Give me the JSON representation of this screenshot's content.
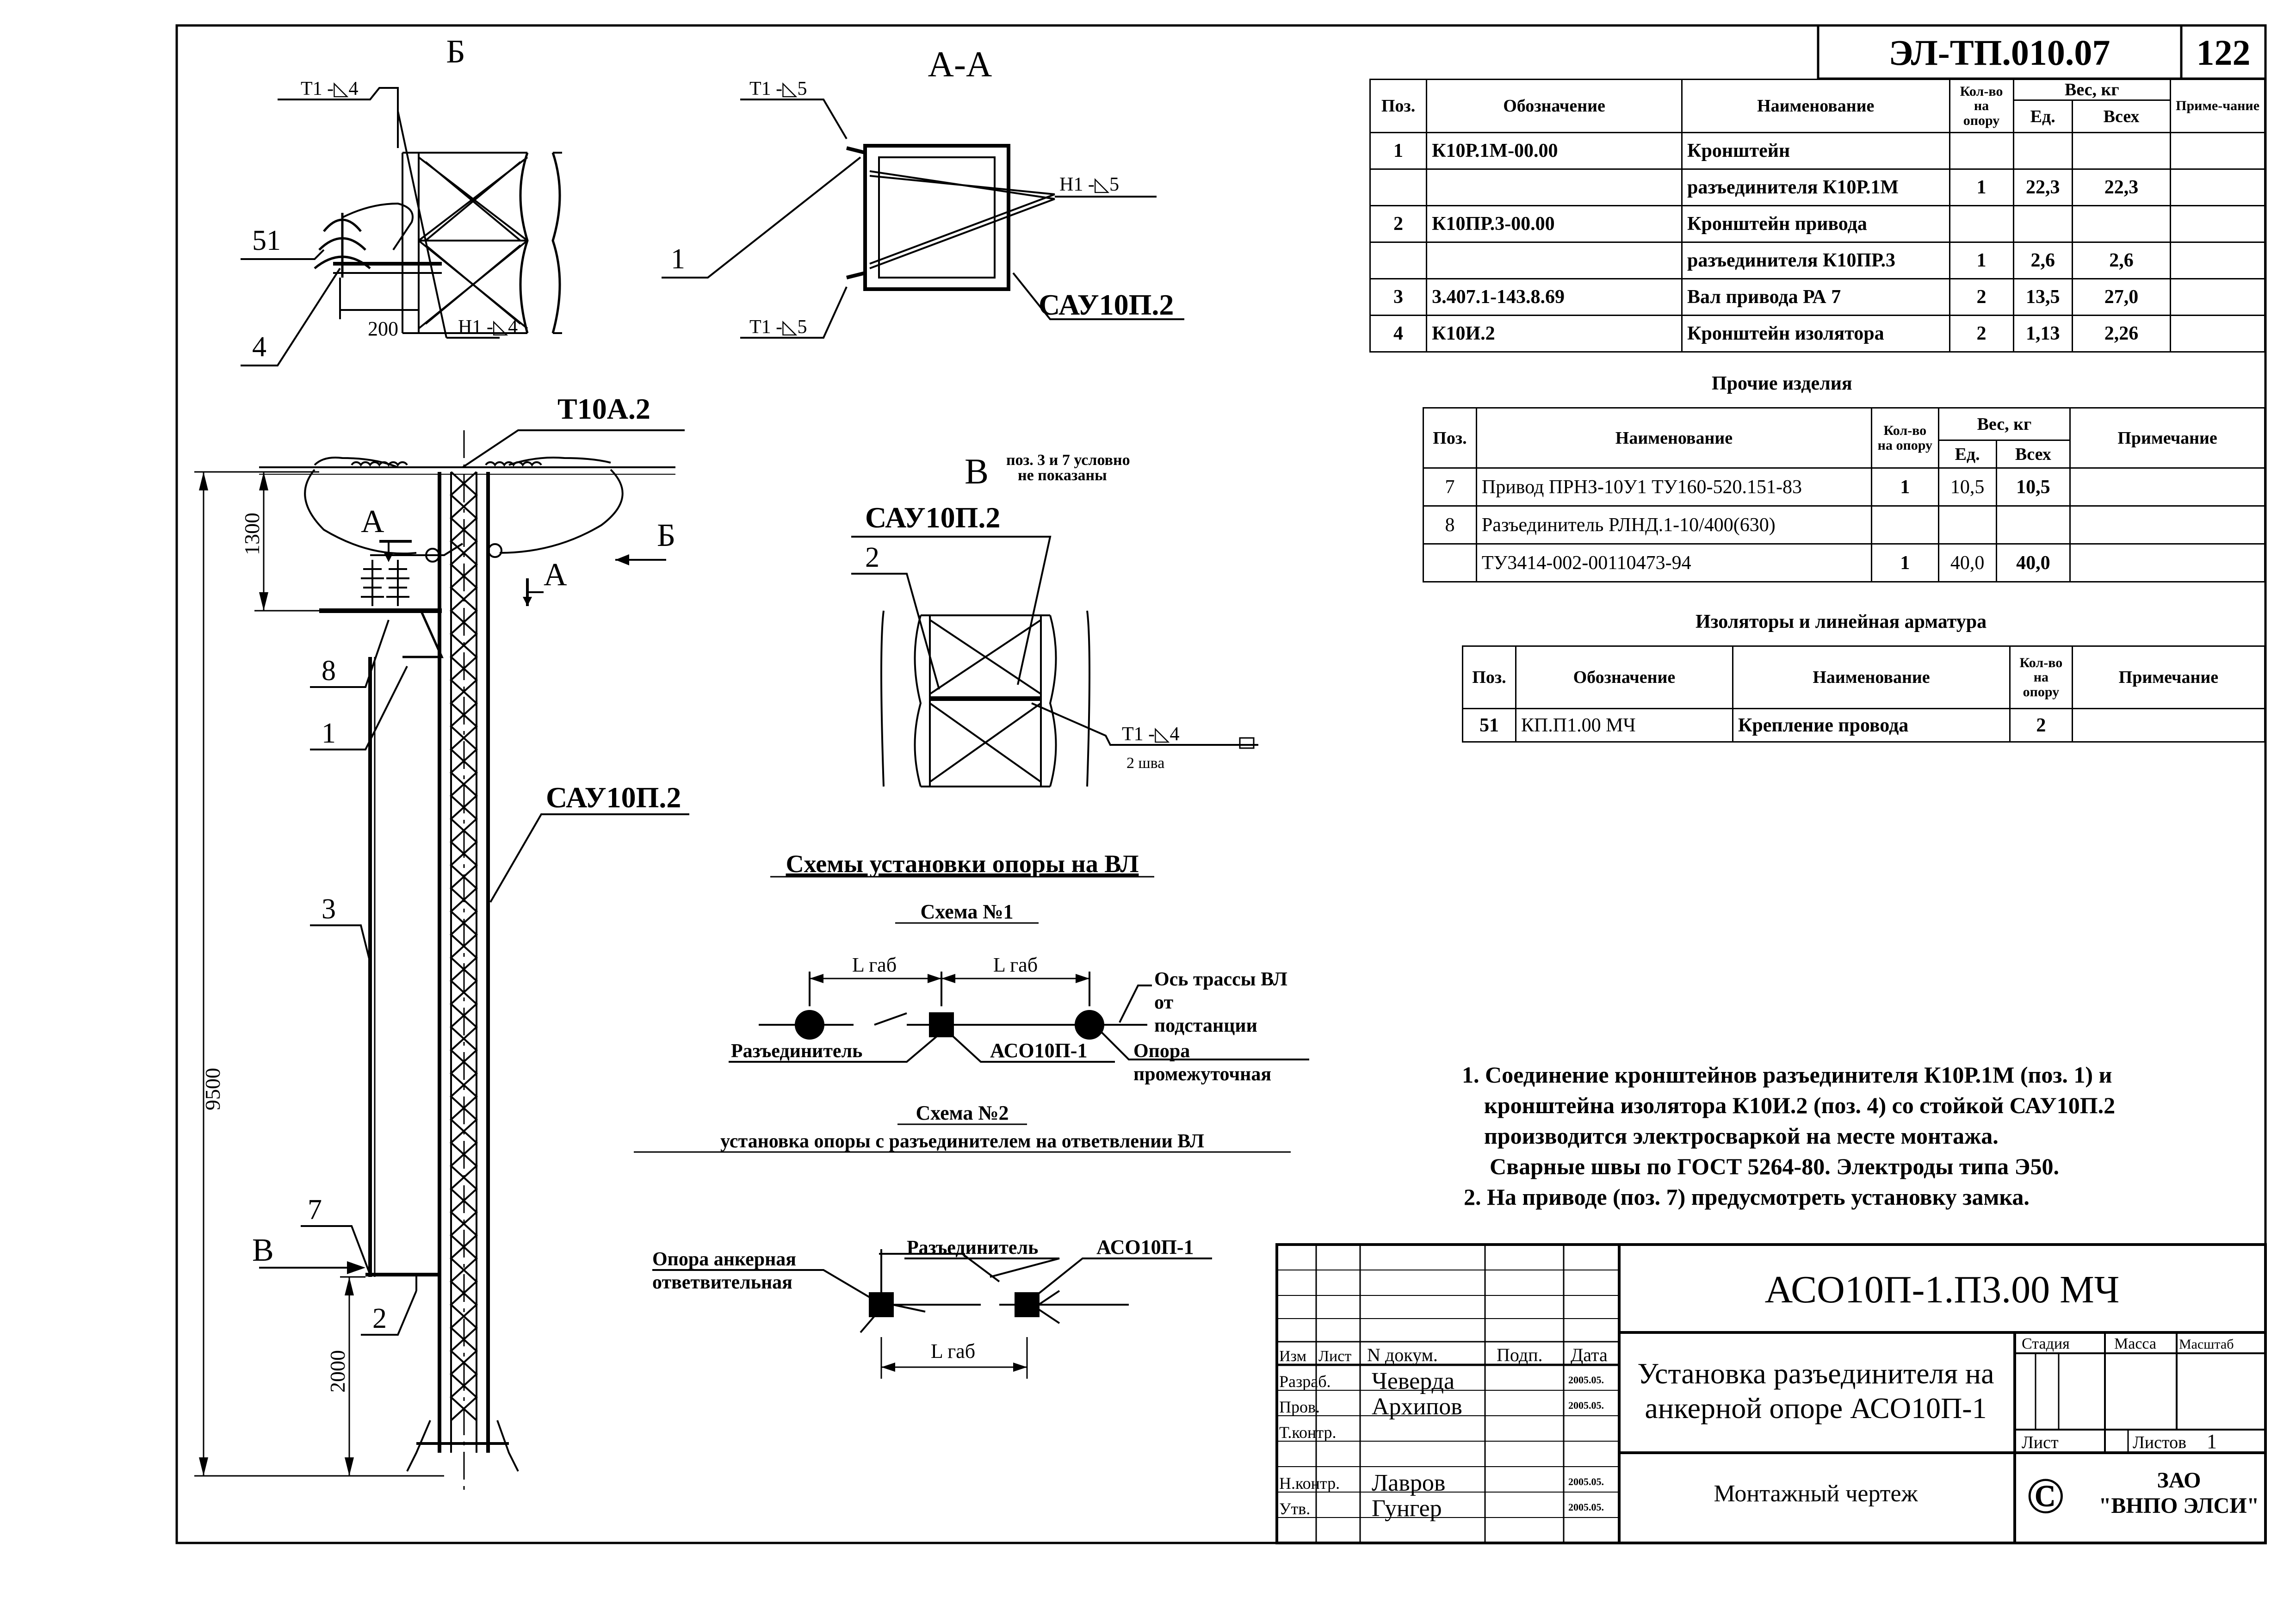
{
  "sheet": {
    "code": "ЭЛ-ТП.010.07",
    "page_number": "122"
  },
  "spec_table": {
    "headers": {
      "pos": "Поз.",
      "designation": "Обозначение",
      "name": "Наименование",
      "qty": "Кол-во на опору",
      "weight": "Вес, кг",
      "unit": "Ед.",
      "total": "Всех",
      "note": "Приме-чание"
    },
    "rows": [
      {
        "pos": "1",
        "designation": "К10Р.1М-00.00",
        "name": "Кронштейн",
        "qty": "",
        "unit": "",
        "total": ""
      },
      {
        "pos": "",
        "designation": "",
        "name": "разъединителя К10Р.1М",
        "qty": "1",
        "unit": "22,3",
        "total": "22,3"
      },
      {
        "pos": "2",
        "designation": "К10ПР.3-00.00",
        "name": "Кронштейн привода",
        "qty": "",
        "unit": "",
        "total": ""
      },
      {
        "pos": "",
        "designation": "",
        "name": "разъединителя К10ПР.3",
        "qty": "1",
        "unit": "2,6",
        "total": "2,6"
      },
      {
        "pos": "3",
        "designation": "3.407.1-143.8.69",
        "name": "Вал привода РА 7",
        "qty": "2",
        "unit": "13,5",
        "total": "27,0"
      },
      {
        "pos": "4",
        "designation": "К10И.2",
        "name": "Кронштейн изолятора",
        "qty": "2",
        "unit": "1,13",
        "total": "2,26"
      }
    ]
  },
  "other_items": {
    "title": "Прочие изделия",
    "headers": {
      "pos": "Поз.",
      "name": "Наименование",
      "qty": "Кол-во на опору",
      "weight": "Вес, кг",
      "unit": "Ед.",
      "total": "Всех",
      "note": "Примечание"
    },
    "rows": [
      {
        "pos": "7",
        "name": "Привод ПРНЗ-10У1 ТУ160-520.151-83",
        "qty": "1",
        "unit": "10,5",
        "total": "10,5"
      },
      {
        "pos": "8",
        "name": "Разъединитель РЛНД.1-10/400(630)",
        "qty": "",
        "unit": "",
        "total": ""
      },
      {
        "pos": "",
        "name": "ТУ3414-002-00110473-94",
        "qty": "1",
        "unit": "40,0",
        "total": "40,0"
      }
    ]
  },
  "insulators": {
    "title": "Изоляторы и линейная арматура",
    "headers": {
      "pos": "Поз.",
      "designation": "Обозначение",
      "name": "Наименование",
      "qty": "Кол-во на опору",
      "note": "Примечание"
    },
    "rows": [
      {
        "pos": "51",
        "designation": "КП.П1.00 МЧ",
        "name": "Крепление провода",
        "qty": "2"
      }
    ]
  },
  "notes": [
    "1. Соединение кронштейнов разъединителя К10Р.1М (поз. 1)   и",
    "кронштейна изолятора К10И.2 (поз. 4) со стойкой САУ10П.2",
    "производится электросваркой на месте монтажа.",
    "Сварные швы по ГОСТ 5264-80. Электроды типа Э50.",
    "2. На приводе (поз. 7) предусмотреть установку замка."
  ],
  "views": {
    "view_b_title": "Б",
    "view_aa_title": "А-А",
    "view_v_title": "В",
    "view_v_note1": "поз. 3 и 7 условно",
    "view_v_note2": "не показаны",
    "weld_t1_4": "Т1 -◺4",
    "weld_h1_4": "Н1 -◺4",
    "weld_t1_5": "Т1 -◺5",
    "weld_h1_5": "Н1 -◺5",
    "weld_t1_4_box": "Т1 -◺4",
    "two_welds": "2 шва",
    "pos_51": "51",
    "pos_4": "4",
    "pos_1": "1",
    "pos_2": "2",
    "pos_3": "3",
    "pos_7": "7",
    "pos_8": "8",
    "dim_200": "200",
    "dim_1300": "1300",
    "dim_9500": "9500",
    "dim_2000": "2000",
    "label_sau": "САУ10П.2",
    "label_t10a": "Т10А.2",
    "cut_a": "А",
    "cut_b": "Б",
    "cut_v": "В"
  },
  "schemes": {
    "title": "Схемы установки опоры на ВЛ",
    "scheme1_title": "Схема №1",
    "l_gab": "L габ",
    "axis_label_1": "Ось трассы ВЛ",
    "axis_label_2": "от",
    "axis_label_3": "подстанции",
    "support_label_1": "Опора",
    "support_label_2": "промежуточная",
    "disconnector": "Разъединитель",
    "aso": "АСО10П-1",
    "scheme2_title": "Схема №2",
    "scheme2_subtitle": "установка опоры с разъединителем на ответвлении ВЛ",
    "anchor_label_1": "Опора анкерная",
    "anchor_label_2": "ответвительная"
  },
  "title_block": {
    "doc_code": "АСО10П-1.П3.00 МЧ",
    "title_line1": "Установка разъединителя на",
    "title_line2": "анкерной опоре АСО10П-1",
    "subtitle": "Монтажный чертеж",
    "col_izm": "Изм",
    "col_list": "Лист",
    "col_ndoc": "N докум.",
    "col_podp": "Подп.",
    "col_data": "Дата",
    "role_razrab": "Разраб.",
    "role_prov": "Пров.",
    "role_tkontr": "Т.контр.",
    "role_nkontr": "Н.контр.",
    "role_utv": "Утв.",
    "name_razrab": "Чеверда",
    "name_prov": "Архипов",
    "name_nkontr": "Лавров",
    "name_utv": "Гунгер",
    "date_mark": "2005.05.",
    "stage": "Стадия",
    "mass": "Масса",
    "scale": "Масштаб",
    "sheet": "Лист",
    "sheets": "Листов",
    "sheets_count": "1",
    "company_1": "ЗАО",
    "company_2": "\"ВНПО ЭЛСИ\"",
    "copyright": "©"
  }
}
